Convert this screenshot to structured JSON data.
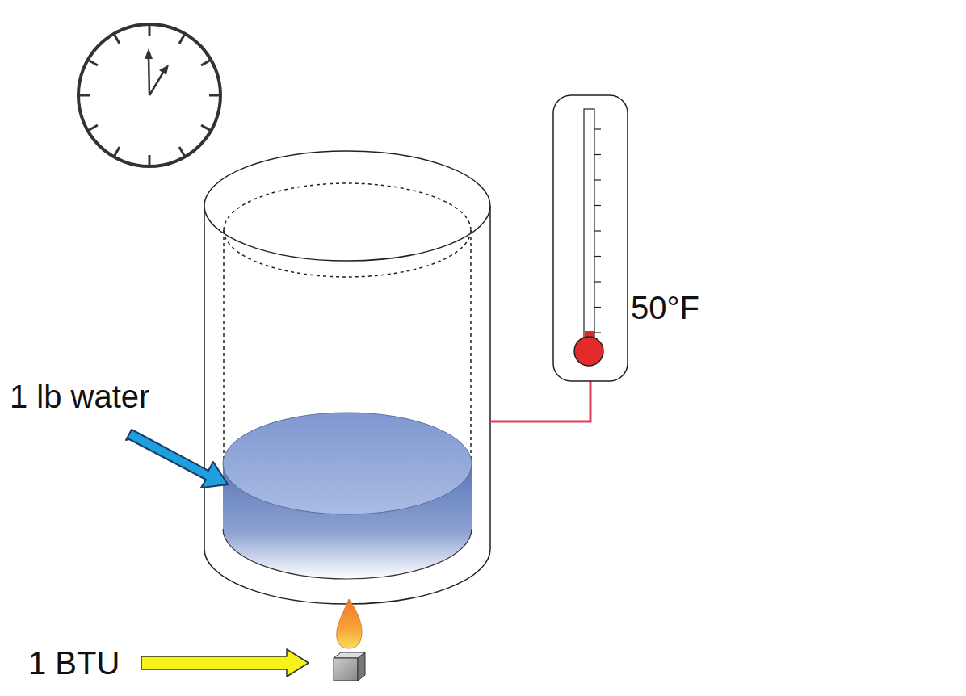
{
  "diagram": {
    "labels": [
      "1 lb water",
      "50°F",
      "1 BTU"
    ]
  }
}
